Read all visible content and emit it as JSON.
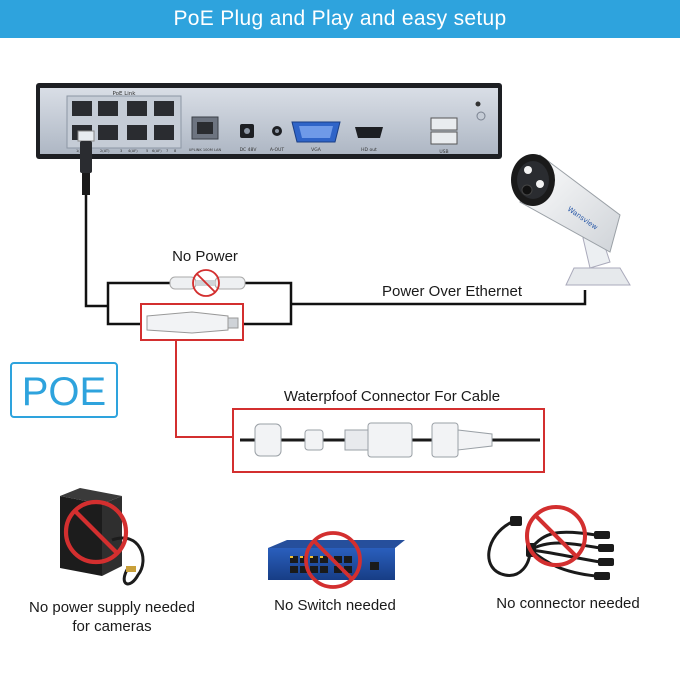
{
  "header": {
    "title": "PoE Plug and Play and easy setup"
  },
  "nvr": {
    "port_group_label": "PoE Link",
    "port_labels": [
      "1(AF)",
      "2(AT)",
      "3",
      "4(AF)",
      "5",
      "6(AF)",
      "7",
      "8"
    ],
    "lan_label": "UPLINK 100M LAN",
    "dc_label": "DC 48V",
    "aout_label": "A-OUT",
    "vga_label": "VGA",
    "hdmi_label": "HD out",
    "usb_label": "USB"
  },
  "diagram": {
    "no_power_label": "No Power",
    "poe_line_label": "Power Over Ethernet",
    "connector_label": "Waterpfoof Connector For Cable",
    "poe_badge": "POE",
    "camera_brand": "Wansview"
  },
  "items": [
    {
      "caption_line1": "No power supply needed",
      "caption_line2": "for cameras",
      "icon": "power-adapter-icon"
    },
    {
      "caption_line1": "No Switch needed",
      "caption_line2": "",
      "icon": "network-switch-icon"
    },
    {
      "caption_line1": "No connector needed",
      "caption_line2": "",
      "icon": "splitter-cable-icon"
    }
  ],
  "colors": {
    "banner": "#2ea3dd",
    "highlight": "#d32f2f",
    "poe_badge": "#2ea3dd",
    "switch_body": "#1f4fa5"
  }
}
